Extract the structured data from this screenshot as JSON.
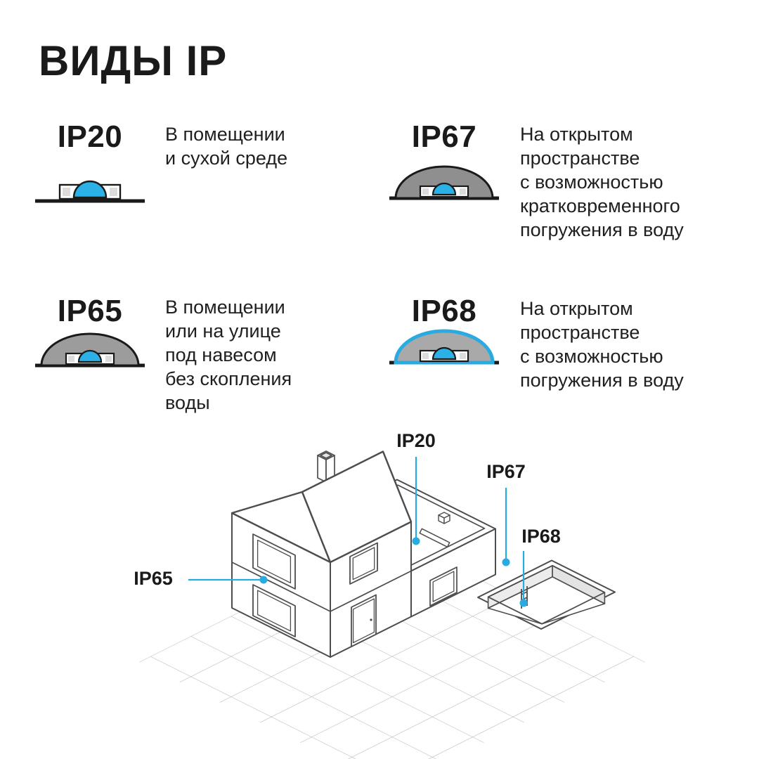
{
  "title": "ВИДЫ IP",
  "colors": {
    "accent": "#29abe2",
    "text": "#1a1a1a",
    "led_blue": "#2bb1e6",
    "cover_gray": "#9c9c9c"
  },
  "ratings": [
    {
      "code": "IP20",
      "icon": "led-strip-bare",
      "description": "В помещении\nи сухой среде"
    },
    {
      "code": "IP67",
      "icon": "led-strip-sealed",
      "description": "На открытом\nпространстве\nс возможностью\nкратковременного\nпогружения в воду"
    },
    {
      "code": "IP65",
      "icon": "led-strip-sealed",
      "description": "В помещении\nили на улице\nпод навесом\nбез скопления\nводы"
    },
    {
      "code": "IP68",
      "icon": "led-strip-sealed-submersible",
      "description": "На открытом\nпространстве\nс возможностью\nпогружения в воду"
    }
  ],
  "diagram_labels": {
    "ip20": "IP20",
    "ip65": "IP65",
    "ip67": "IP67",
    "ip68": "IP68"
  }
}
